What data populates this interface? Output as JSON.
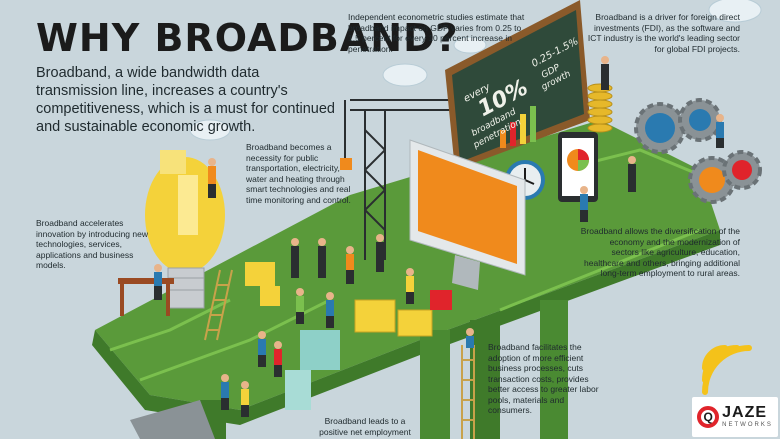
{
  "header": {
    "title": "WHY BROADBAND?",
    "intro": "Broadband, a wide bandwidth data transmission line, increases a country's competitiveness, which is a must for continued and sustainable economic growth."
  },
  "notes": {
    "gdp_study": "Independent econometric studies estimate that broadband impact on GDP varies from 0.25 to 1.5 percent for every 10 percent increase in penetration.",
    "fdi": "Broadband is a driver for foreign direct investments (FDI), as the software and ICT industry is the world's leading sector for global FDI projects.",
    "necessity": "Broadband becomes a necessity for public transportation, electricity, water and heating through smart technologies and real time monitoring and control.",
    "innovation": "Broadband accelerates innovation by introducing new technologies, services, applications and business models.",
    "diversification": "Broadband allows the diversification of the economy and the modernization of sectors like agriculture, education, healthcare and others, bringing additional long-term employment to rural areas.",
    "efficiency": "Broadband facilitates the adoption of more efficient business processes, cuts transaction costs, provides better access to greater labor pools, materials and consumers.",
    "employment": "Broadband leads to a positive net employment"
  },
  "chalkboard": {
    "line1": "every",
    "big": "10%",
    "line2": "broadband",
    "line3": "penetration",
    "right1": "0.25-1.5%",
    "right2": "GDP",
    "right3": "growth"
  },
  "logo": {
    "brand": "JAZE",
    "sub": "NETWORKS",
    "mark": "Q"
  },
  "colors": {
    "background": "#c9d6dc",
    "platform": "#5a9a3a",
    "chalkboard": "#2f4a3a",
    "screen": "#f08a1c",
    "bulb": "#f4d23a",
    "logo_red": "#e0242b"
  }
}
